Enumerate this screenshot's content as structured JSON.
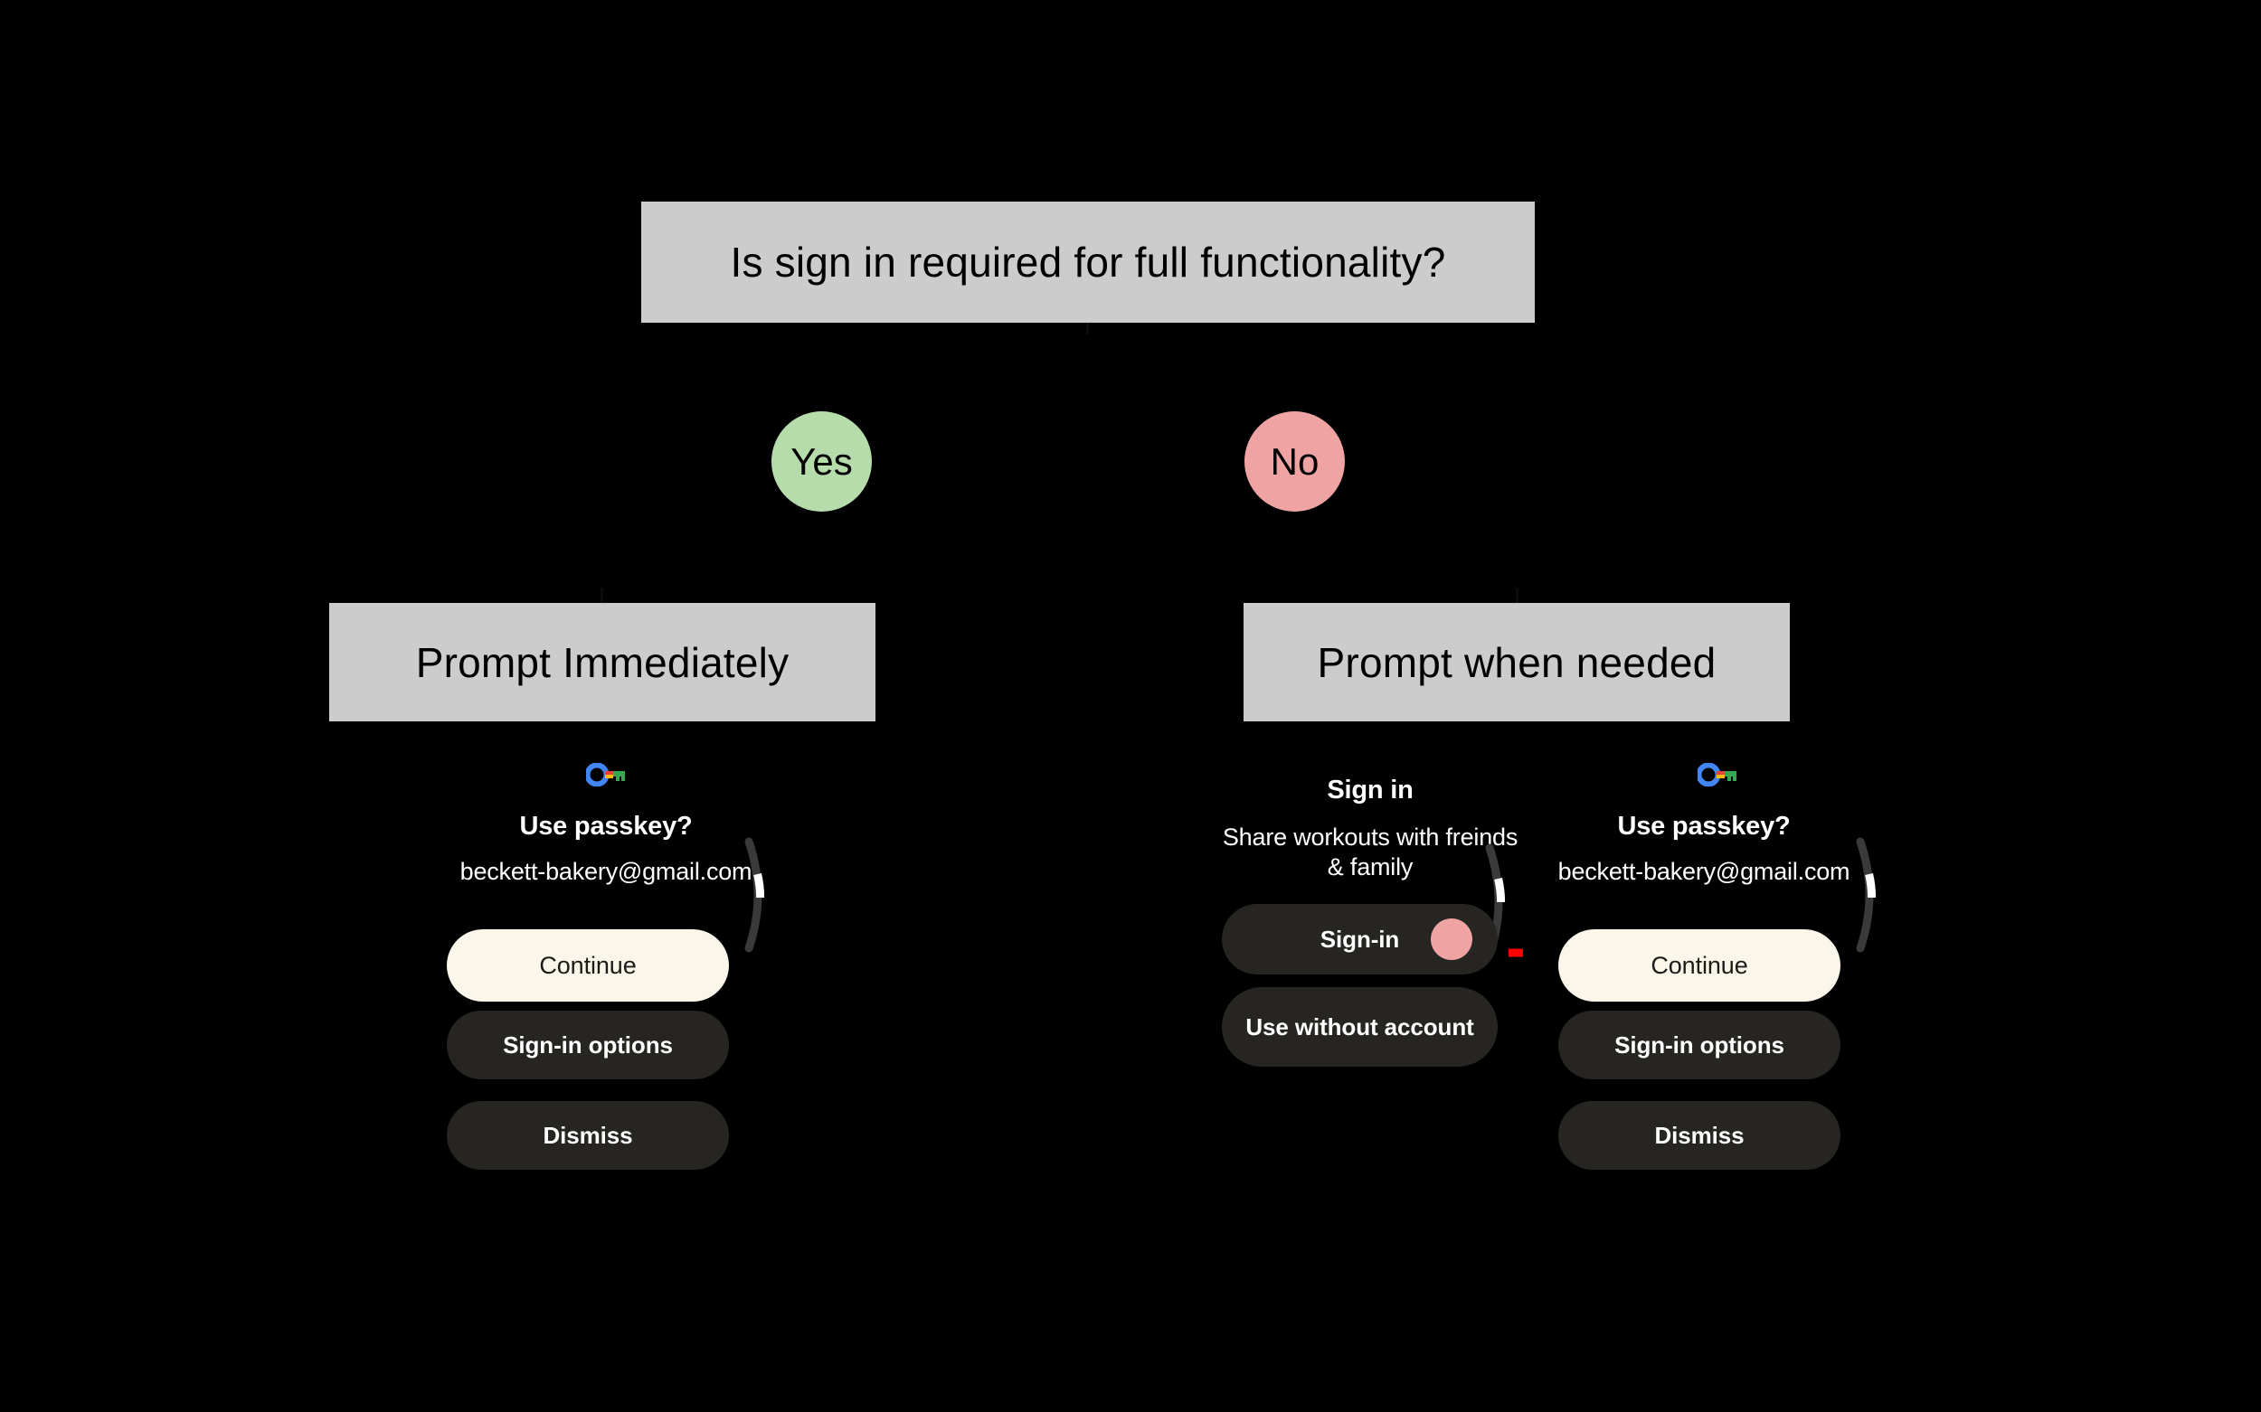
{
  "flow": {
    "question_box": {
      "label": "Is sign in required for full functionality?"
    },
    "branches": [
      {
        "decision_label": "Yes",
        "color": "#b5dcaa",
        "outcome_label": "Prompt Immediately"
      },
      {
        "decision_label": "No",
        "color": "#efa3a3",
        "outcome_label": "Prompt when needed"
      }
    ]
  },
  "screens": {
    "left_passkey": {
      "icon": "google-passkey-icon",
      "title": "Use passkey?",
      "subtitle": "beckett-bakery@gmail.com",
      "buttons": [
        {
          "label": "Continue",
          "style": "cream"
        },
        {
          "label": "Sign-in options",
          "style": "dark"
        },
        {
          "label": "Dismiss",
          "style": "dark"
        }
      ]
    },
    "middle_signin": {
      "title": "Sign in",
      "subtitle": "Share workouts with freinds & family",
      "buttons": [
        {
          "label": "Sign-in",
          "style": "dark",
          "has_dot": true,
          "dot_color": "#efa3a3"
        },
        {
          "label": "Use without account",
          "style": "dark",
          "has_dot": false
        }
      ]
    },
    "right_passkey": {
      "icon": "google-passkey-icon",
      "title": "Use passkey?",
      "subtitle": "beckett-bakery@gmail.com",
      "buttons": [
        {
          "label": "Continue",
          "style": "cream"
        },
        {
          "label": "Sign-in options",
          "style": "dark"
        },
        {
          "label": "Dismiss",
          "style": "dark"
        }
      ]
    }
  },
  "annotation": {
    "arrow": {
      "name": "red-flow-arrow",
      "color": "#ff0000",
      "direction": "right"
    }
  },
  "colors": {
    "background": "#000000",
    "box_fill": "#cccccc",
    "pill_dark": "#262522",
    "pill_cream": "#faf6ea",
    "accent_red": "#ff0000",
    "scroll_track": "#3a3a3a",
    "scroll_thumb": "#ffffff"
  }
}
